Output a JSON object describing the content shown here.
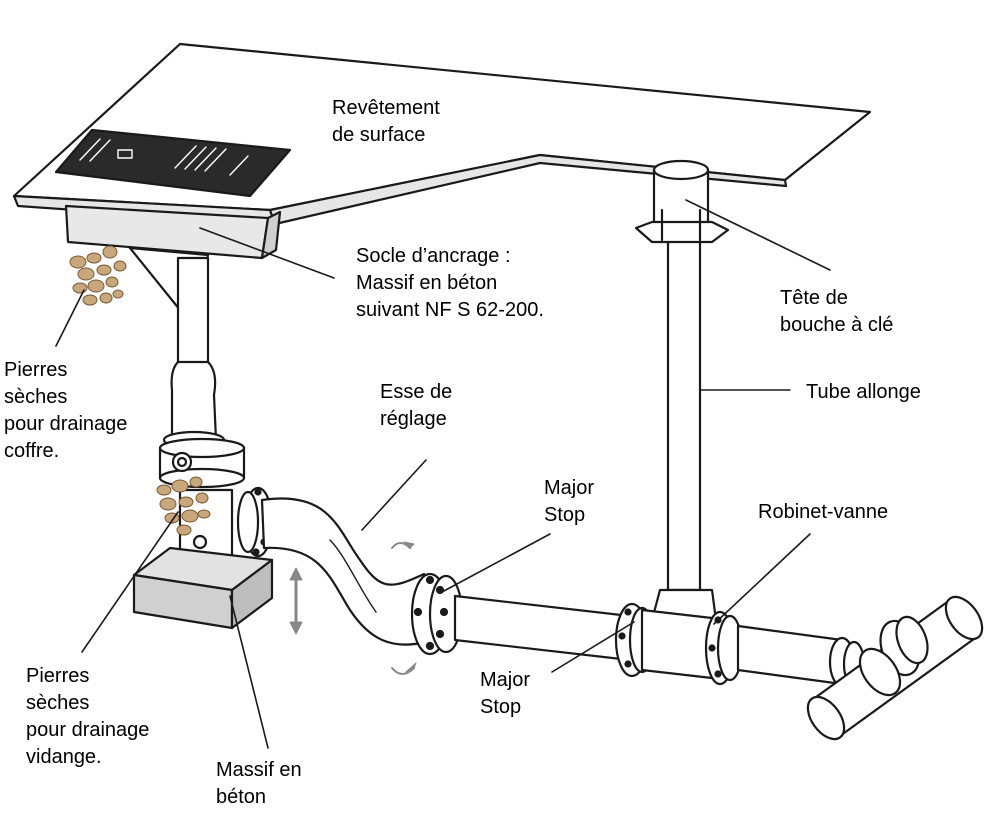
{
  "labels": {
    "revetement": [
      "Revêtement",
      "de surface"
    ],
    "socle": [
      "Socle d’ancrage :",
      "Massif en béton",
      "suivant NF S 62-200."
    ],
    "tete": [
      "Tête de",
      "bouche à clé"
    ],
    "tube": [
      "Tube allonge"
    ],
    "pierres_coffre": [
      "Pierres",
      "sèches",
      "pour drainage",
      "coffre."
    ],
    "esse": [
      "Esse de",
      "réglage"
    ],
    "major_stop_top": [
      "Major",
      "Stop"
    ],
    "robinet": [
      "Robinet-vanne"
    ],
    "major_stop_bottom": [
      "Major",
      "Stop"
    ],
    "pierres_vidange": [
      "Pierres",
      "sèches",
      "pour drainage",
      "vidange."
    ],
    "massif": [
      "Massif en",
      "béton"
    ]
  },
  "colors": {
    "line": "#1a1a1a",
    "pipe": "#ffffff",
    "concrete": "#d0d0d0",
    "stone": "#c9a77c",
    "grate": "#2a2a2a"
  }
}
